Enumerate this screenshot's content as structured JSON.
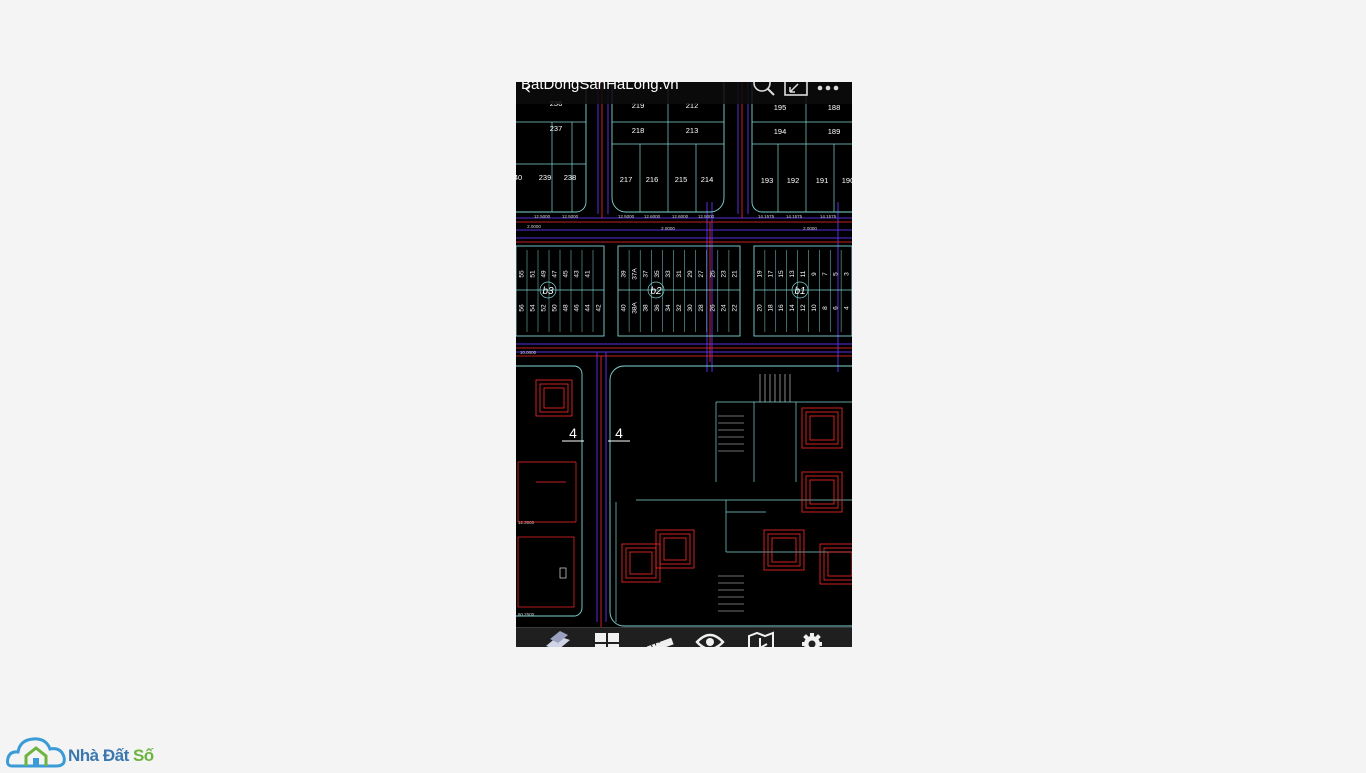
{
  "app": {
    "title": "BatDongSanHaLong.vn"
  },
  "colors": {
    "background": "#f4f4f4",
    "cad_bg": "#000000",
    "toolbar_bg": "#1f1f1f",
    "lot_line": "#7fd6d6",
    "boundary": "#ff2a2a",
    "road": "#5a2de0",
    "logo_blue": "#3b9bd6",
    "logo_green": "#6cb33f"
  },
  "topbar_icons": {
    "back": "back-arrow-icon",
    "zoom": "zoom-magnifier-icon",
    "fit": "fit-to-screen-icon",
    "more": "more-dots-icon"
  },
  "glyphs": {
    "back": "‹"
  },
  "toolbar": [
    {
      "icon": "layers-icon"
    },
    {
      "icon": "layout-grid-icon"
    },
    {
      "icon": "measure-ruler-icon"
    },
    {
      "icon": "visibility-eye-icon"
    },
    {
      "icon": "layouts-sheet-icon"
    },
    {
      "icon": "settings-gear-icon"
    }
  ],
  "logo": {
    "text_a": "Nhà Đất",
    "text_b": "Số",
    "icon": "cloud-house-icon"
  },
  "drawing": {
    "top_lot_numbers": [
      {
        "n": "236"
      },
      {
        "n": "237"
      },
      {
        "n": "239"
      },
      {
        "n": "238"
      },
      {
        "n": "40"
      },
      {
        "n": "219"
      },
      {
        "n": "212"
      },
      {
        "n": "218"
      },
      {
        "n": "213"
      },
      {
        "n": "217"
      },
      {
        "n": "216"
      },
      {
        "n": "215"
      },
      {
        "n": "214"
      },
      {
        "n": "195"
      },
      {
        "n": "188"
      },
      {
        "n": "194"
      },
      {
        "n": "189"
      },
      {
        "n": "193"
      },
      {
        "n": "192"
      },
      {
        "n": "191"
      },
      {
        "n": "190"
      }
    ],
    "block_labels": [
      "b3",
      "b2",
      "b1"
    ],
    "section_marks": [
      "4",
      "4"
    ],
    "row_b3_top": [
      "55",
      "51",
      "49",
      "47",
      "45",
      "43",
      "41"
    ],
    "row_b3_bottom": [
      "56",
      "54",
      "52",
      "50",
      "48",
      "46",
      "44",
      "42"
    ],
    "row_b2_top": [
      "39",
      "37A",
      "37",
      "35",
      "33",
      "31",
      "29",
      "27",
      "25",
      "23",
      "21"
    ],
    "row_b2_bottom": [
      "40",
      "38A",
      "38",
      "36",
      "34",
      "32",
      "30",
      "28",
      "26",
      "24",
      "22"
    ],
    "row_b1_top": [
      "19",
      "17",
      "15",
      "13",
      "11",
      "9",
      "7",
      "5",
      "3"
    ],
    "row_b1_bottom": [
      "20",
      "18",
      "16",
      "14",
      "12",
      "10",
      "8",
      "6",
      "4"
    ],
    "dims": [
      "12.5000",
      "12.5000",
      "12.5000",
      "12.6000",
      "12.6000",
      "12.5000",
      "14.1575",
      "14.1575",
      "14.1575",
      "2.0000",
      "2.0000",
      "2.0000",
      "10.0000",
      "12.3000",
      "60.2500"
    ]
  }
}
